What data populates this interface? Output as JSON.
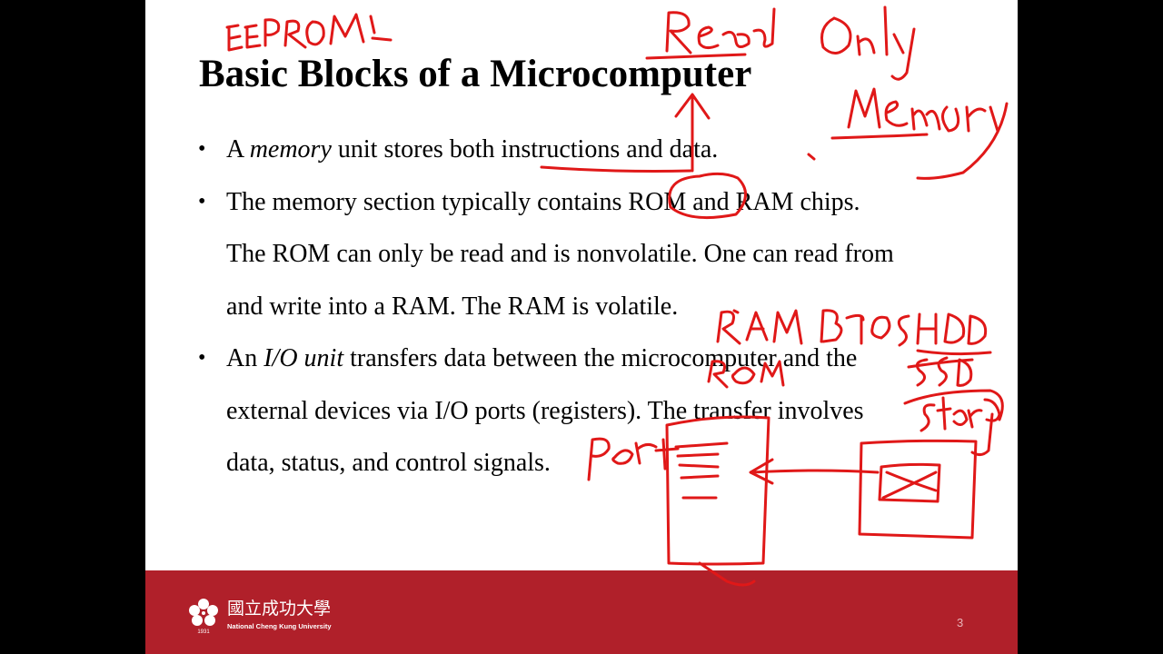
{
  "slide": {
    "title": "Basic Blocks of a Microcomputer",
    "bullets": [
      {
        "pre": "A ",
        "em": "memory",
        "post": " unit stores both instructions and data."
      },
      {
        "lines": [
          "The memory section typically contains ROM and RAM chips.",
          "The ROM can only be read and is nonvolatile. One can read from",
          "and write into a RAM. The RAM is volatile."
        ]
      },
      {
        "pre": "An ",
        "em": "I/O unit",
        "lines": [
          " transfers data between the microcomputer and the",
          "external devices via I/O ports (registers). The transfer involves",
          "data, status, and control signals."
        ]
      }
    ],
    "page_number": "3"
  },
  "footer": {
    "university_name_zh": "國立成功大學",
    "university_name_en": "National Cheng Kung University",
    "year": "1931",
    "background_color": "#b0202a"
  },
  "annotations": {
    "ink_color": "#e01818",
    "handwritten_words": [
      "EEPROM",
      "Read",
      "Only",
      "Memory",
      "RAM",
      "BIOS",
      "HDD",
      "ROM",
      "SSD",
      "storage"
    ]
  }
}
